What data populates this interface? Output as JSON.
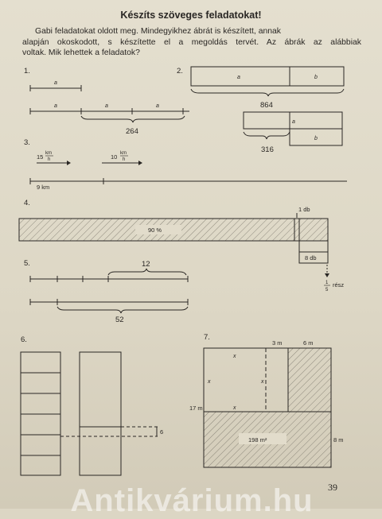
{
  "title": "Készíts szöveges feladatokat!",
  "intro": {
    "line1": "Gabi feladatokat oldott meg. Mindegyikhez ábrát is készített, annak",
    "line2": "alapján okoskodott, s készítette el a megoldás tervét. Az ábrák az alábbiak",
    "line3": "voltak. Mik lehettek a feladatok?"
  },
  "fig1": {
    "number": "1.",
    "label_a": "a",
    "total": "264"
  },
  "fig2": {
    "number": "2.",
    "label_a": "a",
    "label_b": "b",
    "total_top": "864",
    "total_bottom": "316"
  },
  "fig3": {
    "number": "3.",
    "speed1": "15",
    "speed2": "10",
    "unit_top": "km",
    "unit_bottom": "h",
    "distance": "9 km"
  },
  "fig4": {
    "number": "4.",
    "percent": "90 %",
    "label_1db": "1 db",
    "label_8db": "8 db",
    "frac_num": "1",
    "frac_den": "5",
    "frac_word": "rész"
  },
  "fig5": {
    "number": "5.",
    "value_top": "12",
    "value_bottom": "52"
  },
  "fig6": {
    "number": "6.",
    "marker": "6"
  },
  "fig7": {
    "number": "7.",
    "dim_3m": "3 m",
    "dim_6m": "6 m",
    "dim_17m": "17 m",
    "dim_8m": "8 m",
    "area": "198 m²",
    "label_x": "x"
  },
  "page_number": "39",
  "watermark": "Antikvárium.hu"
}
